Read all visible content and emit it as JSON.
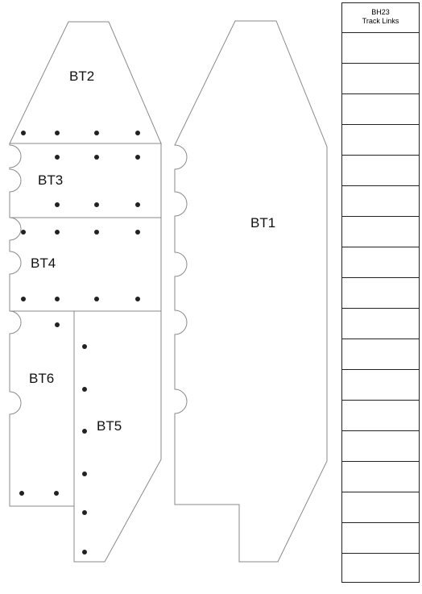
{
  "pieces": [
    {
      "id": "bt1",
      "label": "BT1"
    },
    {
      "id": "bt2",
      "label": "BT2"
    },
    {
      "id": "bt3",
      "label": "BT3"
    },
    {
      "id": "bt4",
      "label": "BT4"
    },
    {
      "id": "bt5",
      "label": "BT5"
    },
    {
      "id": "bt6",
      "label": "BT6"
    }
  ],
  "track_links": {
    "title_line1": "BH23",
    "title_line2": "Track Links",
    "row_count": 18
  }
}
